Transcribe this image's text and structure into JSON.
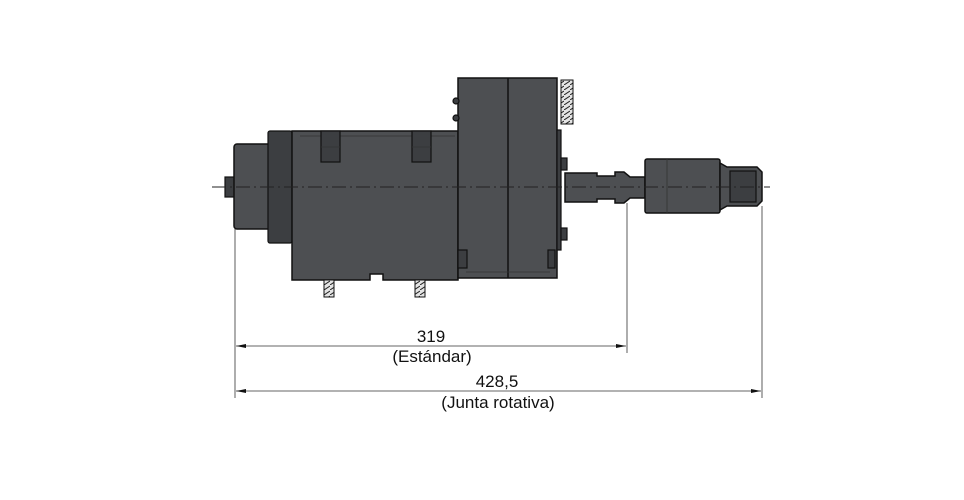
{
  "dimensions": [
    {
      "value": "319",
      "label": "(Estándar)"
    },
    {
      "value": "428,5",
      "label": "(Junta rotativa)"
    }
  ]
}
